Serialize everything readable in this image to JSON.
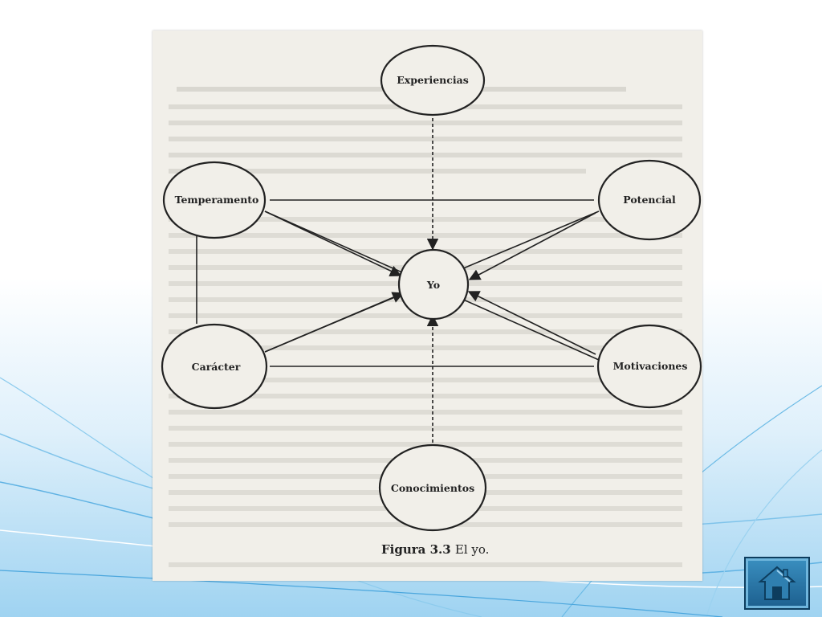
{
  "diagram": {
    "nodes": {
      "experiencias": "Experiencias",
      "temperamento": "Temperamento",
      "potencial": "Potencial",
      "yo": "Yo",
      "caracter": "Carácter",
      "motivaciones": "Motivaciones",
      "conocimientos": "Conocimientos"
    },
    "caption": {
      "label": "Figura 3.3",
      "text": "El yo."
    }
  },
  "navigation": {
    "home_icon": "home-icon"
  },
  "colors": {
    "accent_blue": "#1c5f8e",
    "page": "#f1efe9"
  }
}
